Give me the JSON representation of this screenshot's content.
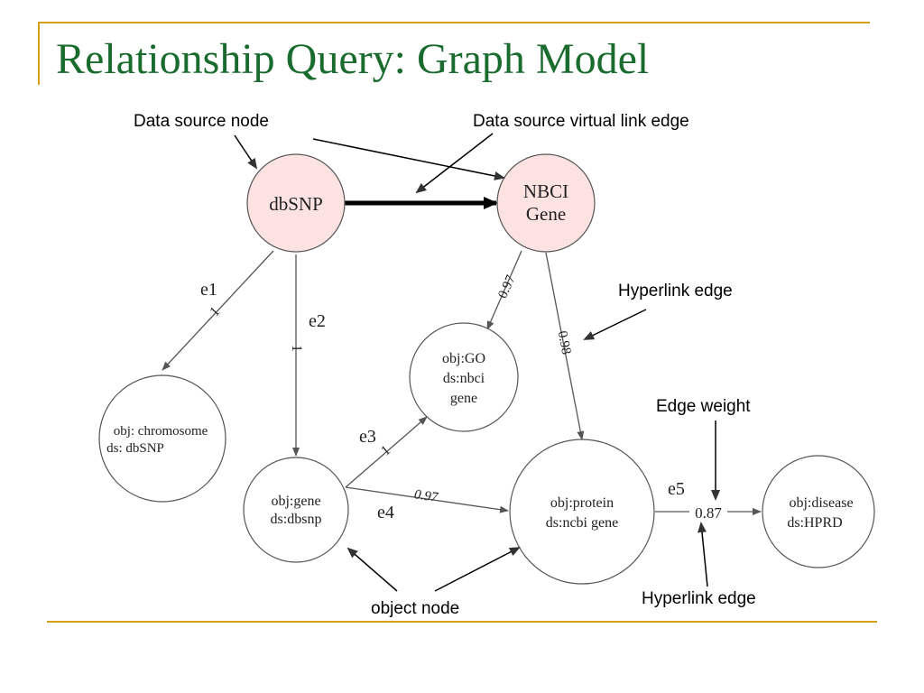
{
  "title": "Relationship Query: Graph Model",
  "colors": {
    "title": "#1a6b2e",
    "accent_rule": "#d4a017",
    "source_node_fill": "#fde2e2",
    "object_node_fill": "#ffffff",
    "stroke": "#555555"
  },
  "nodes": {
    "dbsnp": [
      "dbSNP"
    ],
    "nbci_gene": [
      "NBCI",
      "Gene"
    ],
    "chromosome": [
      "obj: chromosome",
      "ds: dbSNP"
    ],
    "gene": [
      "obj:gene",
      "ds:dbsnp"
    ],
    "go": [
      "obj:GO",
      "ds:nbci",
      "gene"
    ],
    "protein": [
      "obj:protein",
      "ds:ncbi gene"
    ],
    "disease": [
      "obj:disease",
      "ds:HPRD"
    ]
  },
  "edges": {
    "e1": {
      "name": "e1",
      "weight": "1"
    },
    "e2": {
      "name": "e2",
      "weight": "1"
    },
    "e3": {
      "name": "e3",
      "weight": "1"
    },
    "e4": {
      "name": "e4",
      "weight": "0.97"
    },
    "e5": {
      "name": "e5",
      "weight": "0.87"
    },
    "nbci_go": {
      "weight": "0.97"
    },
    "nbci_protein": {
      "weight": "0.98"
    }
  },
  "annotations": {
    "data_source_node": "Data source node",
    "virtual_link_edge": "Data source virtual link edge",
    "hyperlink_edge_top": "Hyperlink edge",
    "edge_weight": "Edge weight",
    "hyperlink_edge_bottom": "Hyperlink edge",
    "object_node": "object node"
  }
}
